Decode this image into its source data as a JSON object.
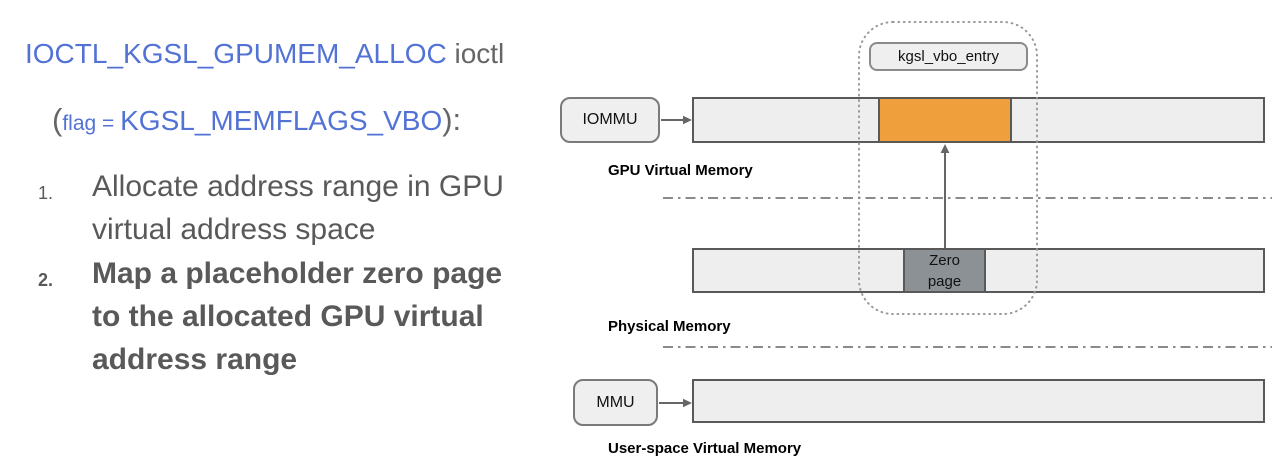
{
  "left_panel": {
    "title": {
      "code": "IOCTL_KGSL_GPUMEM_ALLOC",
      "suffix": " ioctl"
    },
    "subtitle": {
      "open_paren": "(",
      "flag_prefix": "flag = ",
      "flag_value": "KGSL_MEMFLAGS_VBO",
      "close": "):"
    },
    "list": {
      "items": [
        {
          "number": "1.",
          "lines": [
            "Allocate address range in GPU",
            "virtual address space"
          ]
        },
        {
          "number": "2.",
          "lines": [
            "Map a placeholder zero page",
            "to the allocated GPU virtual",
            "address range"
          ]
        }
      ]
    }
  },
  "diagram": {
    "vbo_entry_label": "kgsl_vbo_entry",
    "gpu_row": {
      "controller": "IOMMU",
      "label": "GPU Virtual Memory"
    },
    "physical_row": {
      "label": "Physical Memory",
      "zero_page": {
        "line1": "Zero",
        "line2": "page"
      }
    },
    "user_row": {
      "controller": "MMU",
      "label": "User-space Virtual Memory"
    },
    "colors": {
      "highlight_orange": "#f09f3d",
      "zero_page_gray": "#8c9196",
      "bar_fill": "#eeeeee",
      "bar_border": "#595959",
      "code_blue": "#5272d5",
      "body_text_gray": "#595959"
    }
  }
}
